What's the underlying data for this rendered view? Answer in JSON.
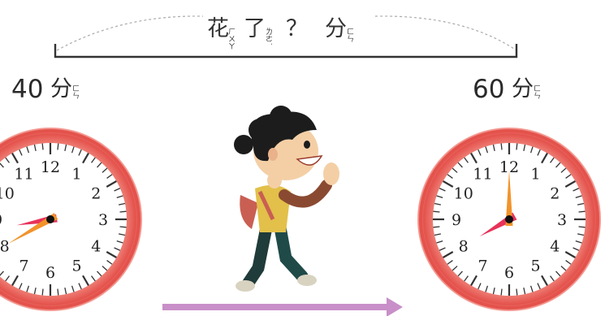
{
  "question": {
    "text": "花了？分",
    "parts": [
      "花",
      "了",
      "？",
      "分"
    ],
    "ruby": [
      "ㄏㄨㄚ",
      "ㄌㄜ˙",
      "",
      "ㄈㄣ"
    ]
  },
  "left_time": {
    "number": "40",
    "unit": "分",
    "ruby": "ㄈㄣ",
    "hour": 8,
    "minute": 40
  },
  "right_time": {
    "number": "60",
    "unit": "分",
    "ruby": "ㄈㄣ",
    "hour": 8,
    "minute": 0
  },
  "clock_numbers": [
    "12",
    "1",
    "2",
    "3",
    "4",
    "5",
    "6",
    "7",
    "8",
    "9",
    "10",
    "11"
  ],
  "colors": {
    "clock_rim": "#e4524c",
    "clock_rim_light": "#f4a098",
    "hour_hand": "#e8325a",
    "minute_hand": "#f2932a",
    "arrow": "#c88fc8",
    "brace": "#333333",
    "dashed_arc": "#aaaaaa"
  },
  "icons": {
    "walker": "boy-walking-icon",
    "arrow": "right-arrow-icon"
  }
}
